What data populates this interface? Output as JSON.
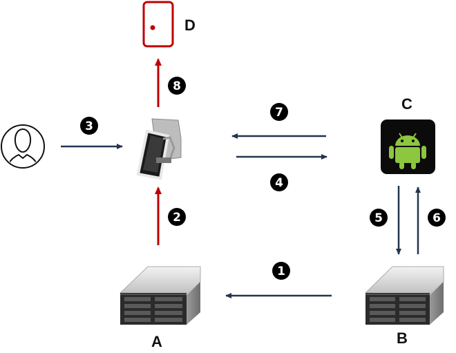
{
  "nodes": {
    "a": {
      "label": "A",
      "icon": "server-icon"
    },
    "b": {
      "label": "B",
      "icon": "server-icon"
    },
    "c": {
      "label": "C",
      "icon": "android-app-icon"
    },
    "d": {
      "label": "D",
      "icon": "door-icon"
    },
    "user": {
      "icon": "user-avatar-icon"
    },
    "terminal": {
      "icon": "kiosk-terminal-icon"
    }
  },
  "steps": {
    "s1": "1",
    "s2": "2",
    "s3": "3",
    "s4": "4",
    "s5": "5",
    "s6": "6",
    "s7": "7",
    "s8": "8"
  },
  "colors": {
    "arrow_dark": "#22344f",
    "arrow_red": "#c00000",
    "door": "#c00000",
    "android_green": "#8dc63f",
    "app_bg": "#0b0b0b"
  }
}
